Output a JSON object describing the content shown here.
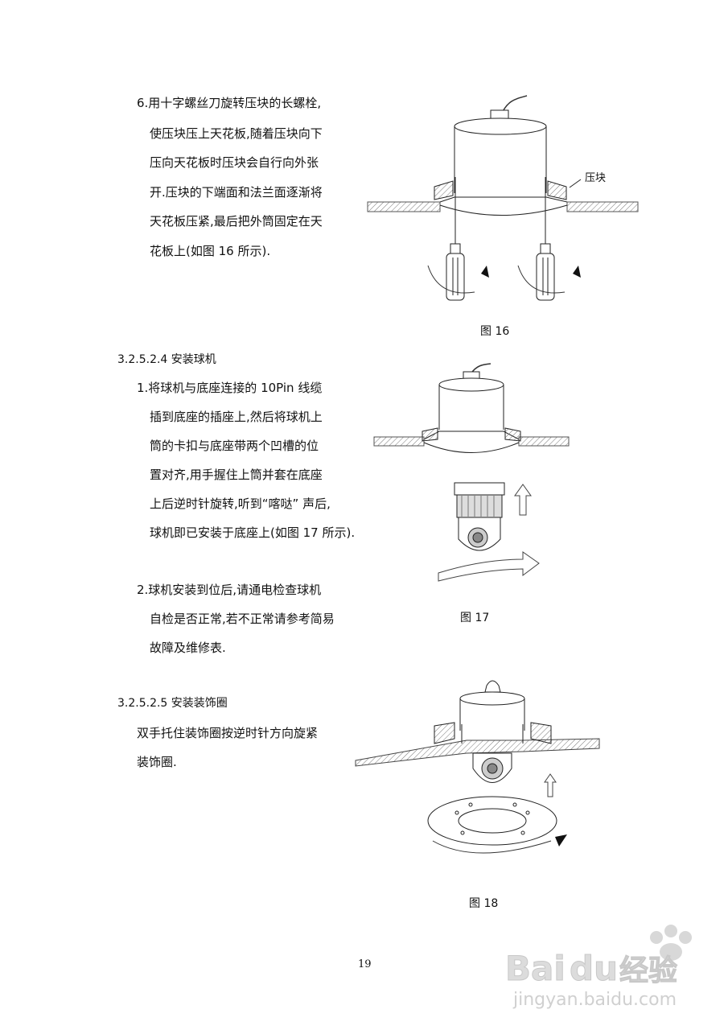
{
  "section_6": {
    "lines": [
      "6.用十字螺丝刀旋转压块的长螺栓,",
      "使压块压上天花板,随着压块向下",
      "压向天花板时压块会自行向外张",
      "开.压块的下端面和法兰面逐渐将",
      "天花板压紧,最后把外筒固定在天",
      "花板上(如图 16 所示)."
    ]
  },
  "figure_16": {
    "label_block": "压块",
    "caption": "图 16"
  },
  "section_3_2_5_2_4": {
    "heading": "3.2.5.2.4 安装球机",
    "step1_lines": [
      "1.将球机与底座连接的 10Pin 线缆",
      "插到底座的插座上,然后将球机上",
      "筒的卡扣与底座带两个凹槽的位",
      "置对齐,用手握住上筒并套在底座",
      "上后逆时针旋转,听到“喀哒” 声后,",
      "球机即已安装于底座上(如图 17 所示)."
    ],
    "step2_lines": [
      "2.球机安装到位后,请通电检查球机",
      "自检是否正常,若不正常请参考简易",
      "故障及维修表."
    ]
  },
  "figure_17": {
    "caption": "图 17"
  },
  "section_3_2_5_2_5": {
    "heading": "3.2.5.2.5 安装装饰圈",
    "lines": [
      "双手托住装饰圈按逆时针方向旋紧",
      "装饰圈."
    ]
  },
  "figure_18": {
    "caption": "图 18"
  },
  "page_number": "19",
  "watermark": {
    "brand": "Baidu经验",
    "url": "jingyan.baidu.com"
  }
}
